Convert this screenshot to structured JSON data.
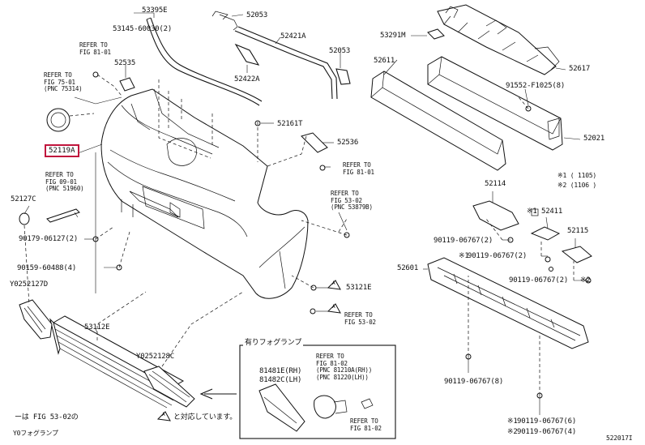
{
  "labels": {
    "p53395e": "53395E",
    "p53145": "53145-60030(2)",
    "p52053a": "52053",
    "p52421a": "52421A",
    "p52053b": "52053",
    "p53291m": "53291M",
    "p52611": "52611",
    "p52617": "52617",
    "p91552": "91552-F1025(8)",
    "p52021": "52021",
    "p52535": "52535",
    "p52422a": "52422A",
    "p52161t": "52161T",
    "p52536": "52536",
    "p52119a": "52119A",
    "p52127c": "52127C",
    "p90179": "90179-06127(2)",
    "p90159": "90159-60488(4)",
    "p52114": "52114",
    "p52411": "52411",
    "p52115": "52115",
    "p52601": "52601",
    "p90119a": "90119-06767(2)",
    "p90119b": "90119-06767(2)",
    "p90119c": "90119-06767(2)",
    "p90119d": "90119-06767(8)",
    "p90119e": "90119-06767(6)",
    "p90119f": "90119-06767(4)",
    "p53121e": "53121E",
    "p53112e": "53112E",
    "y02527d": "Y0252127D",
    "y02528c": "Y0252128C",
    "p81481e": "81481E(RH)",
    "p81482c": "81482C(LH)",
    "star1": "※1",
    "star1b": "※1",
    "star2": "※2",
    "star2b": "※2",
    "star1c": "※1",
    "cornerA": "※1 (        1105)",
    "cornerB": "※2 (1106        )",
    "footer_left": "ーは FIG 53-02の",
    "footer_right": "と対応しています。",
    "bottom_caption": "Y0フォグランプ",
    "fig_number": "522017I",
    "fog_title": "有りフォグランプ"
  },
  "refs": {
    "r1": "REFER TO\nFIG 81-01",
    "r2": "REFER TO\nFIG 75-01\n(PNC 75314)",
    "r3": "REFER TO\nFIG 09-01\n(PNC 51960)",
    "r4": "REFER TO\nFIG 81-01",
    "r5": "REFER TO\nFIG 53-02\n(PNC 53879B)",
    "r6": "REFER TO\nFIG 53-02",
    "r7": "REFER TO\nFIG 81-02\n(PNC 81210A(RH))\n(PNC 81220(LH))",
    "r8": "REFER TO\nFIG 81-02"
  },
  "markers": {
    "m1": "A",
    "m2": "A",
    "m3": "A"
  }
}
